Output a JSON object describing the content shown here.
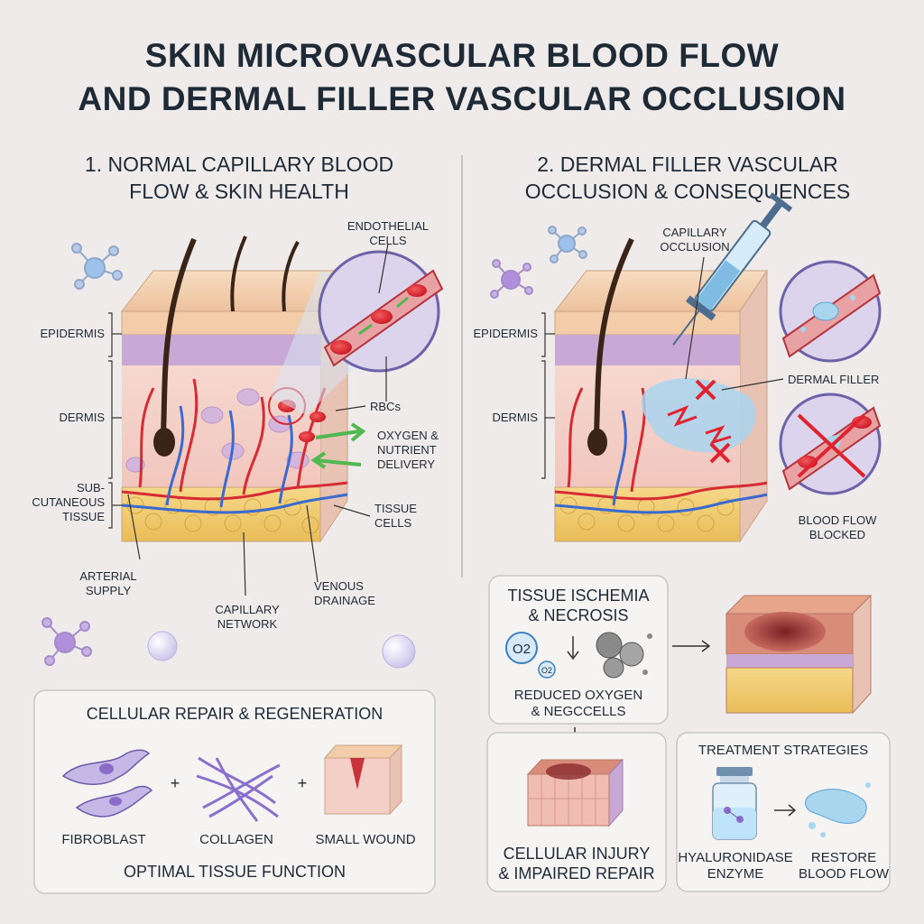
{
  "title": {
    "line1": "SKIN MICROVASCULAR BLOOD FLOW",
    "line2": "AND DERMAL FILLER VASCULAR OCCLUSION"
  },
  "left_panel": {
    "heading_line1": "1. NORMAL CAPILLARY BLOOD",
    "heading_line2": "FLOW & SKIN HEALTH",
    "labels": {
      "endothelial_1": "ENDOTHELIAL",
      "endothelial_2": "CELLS",
      "epidermis": "EPIDERMIS",
      "dermis": "DERMIS",
      "subcutaneous_1": "SUB-",
      "subcutaneous_2": "CUTANEOUS",
      "subcutaneous_3": "TISSUE",
      "rbcs": "RBCs",
      "oxygen_1": "OXYGEN &",
      "oxygen_2": "NUTRIENT",
      "oxygen_3": "DELIVERY",
      "tissue_1": "TISSUE",
      "tissue_2": "CELLS",
      "arterial_1": "ARTERIAL",
      "arterial_2": "SUPPLY",
      "capillary_1": "CAPILLARY",
      "capillary_2": "NETWORK",
      "venous_1": "VENOUS",
      "venous_2": "DRAINAGE"
    }
  },
  "right_panel": {
    "heading_line1": "2. DERMAL FILLER VASCULAR",
    "heading_line2": "OCCLUSION & CONSEQUENCES",
    "labels": {
      "capillary_occ_1": "CAPILLARY",
      "capillary_occ_2": "OCCLUSION",
      "epidermis": "EPIDERMIS",
      "dermis": "DERMIS",
      "dermal_filler": "DERMAL FILLER",
      "blocked_1": "BLOOD FLOW",
      "blocked_2": "BLOCKED"
    }
  },
  "repair_box": {
    "title": "CELLULAR REPAIR & REGENERATION",
    "items": [
      "FIBROBLAST",
      "COLLAGEN",
      "SMALL WOUND"
    ],
    "plus": "+",
    "footer": "OPTIMAL TISSUE FUNCTION"
  },
  "ischemia_box": {
    "title_1": "TISSUE ISCHEMIA",
    "title_2": "& NECROSIS",
    "o2_big": "O2",
    "o2_small": "O2",
    "caption_1": "REDUCED OXYGEN",
    "caption_2": "& NEGCCELLS"
  },
  "injury_box": {
    "caption_1": "CELLULAR INJURY",
    "caption_2": "& IMPAIRED REPAIR"
  },
  "treatment_box": {
    "title": "TREATMENT STRATEGIES",
    "left_1": "HYALURONIDASE",
    "left_2": "ENZYME",
    "right_1": "RESTORE",
    "right_2": "BLOOD FLOW"
  },
  "colors": {
    "background": "#efebea",
    "epidermis": "#f2c9a8",
    "epidermis_layer": "#c9a8d6",
    "dermis": "#f4cfc8",
    "fat": "#f2cf73",
    "artery": "#d62b35",
    "vein": "#3a6ad0",
    "filler": "#a9d5ef"
  }
}
